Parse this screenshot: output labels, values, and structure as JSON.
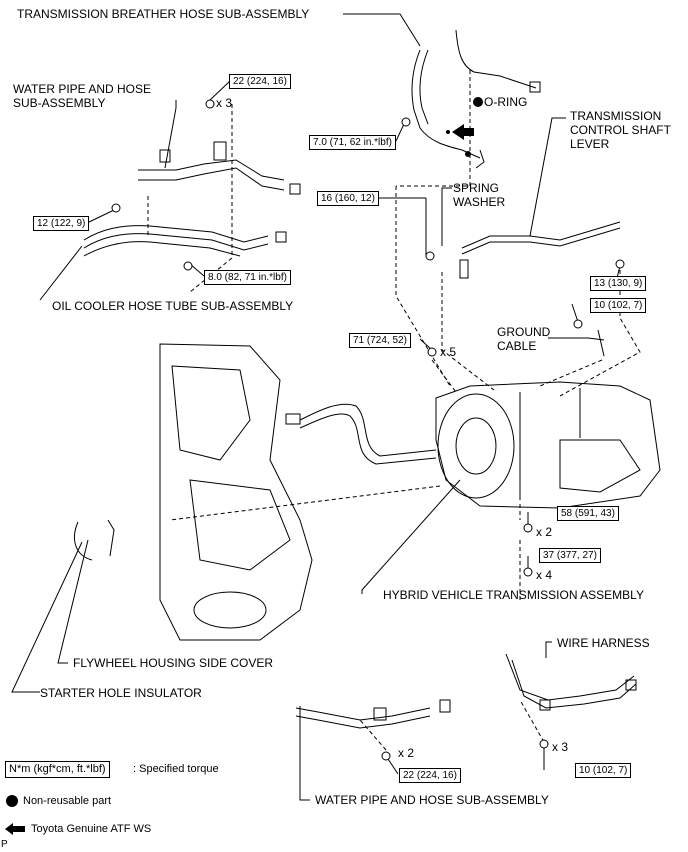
{
  "labels": {
    "breather_hose": "TRANSMISSION BREATHER HOSE SUB-ASSEMBLY",
    "water_pipe_top_1": "WATER PIPE AND HOSE",
    "water_pipe_top_2": "SUB-ASSEMBLY",
    "o_ring": "O-RING",
    "control_shaft_1": "TRANSMISSION",
    "control_shaft_2": "CONTROL SHAFT",
    "control_shaft_3": "LEVER",
    "spring_washer_1": "SPRING",
    "spring_washer_2": "WASHER",
    "oil_cooler": "OIL COOLER HOSE TUBE SUB-ASSEMBLY",
    "ground_cable_1": "GROUND",
    "ground_cable_2": "CABLE",
    "hv_transmission": "HYBRID VEHICLE TRANSMISSION ASSEMBLY",
    "flywheel_cover": "FLYWHEEL HOUSING SIDE COVER",
    "starter_insulator": "STARTER HOLE INSULATOR",
    "wire_harness": "WIRE HARNESS",
    "water_pipe_bottom": "WATER PIPE AND HOSE SUB-ASSEMBLY",
    "page_marker": "P"
  },
  "torques": {
    "t22_top": "22 (224, 16)",
    "t7": "7.0 (71, 62 in.*lbf)",
    "t12": "12 (122, 9)",
    "t16": "16 (160, 12)",
    "t8": "8.0 (82, 71 in.*lbf)",
    "t13": "13 (130, 9)",
    "t10_top": "10 (102, 7)",
    "t71": "71 (724, 52)",
    "t58": "58 (591, 43)",
    "t37": "37 (377, 27)",
    "t22_bottom": "22 (224, 16)",
    "t10_bottom": "10 (102, 7)"
  },
  "quantities": {
    "q_x3_top": "x 3",
    "q_x5": "x 5",
    "q_x2_58": "x 2",
    "q_x4": "x 4",
    "q_x2_bottom": "x 2",
    "q_x3_bottom": "x 3"
  },
  "legend": {
    "torque_box": "N*m (kgf*cm, ft.*lbf)",
    "torque_desc": ": Specified torque",
    "non_reusable": "Non-reusable part",
    "atf": "Toyota Genuine ATF WS"
  },
  "icons": [
    "bolt-icon",
    "non-reusable-dot-icon",
    "atf-arrow-icon"
  ]
}
